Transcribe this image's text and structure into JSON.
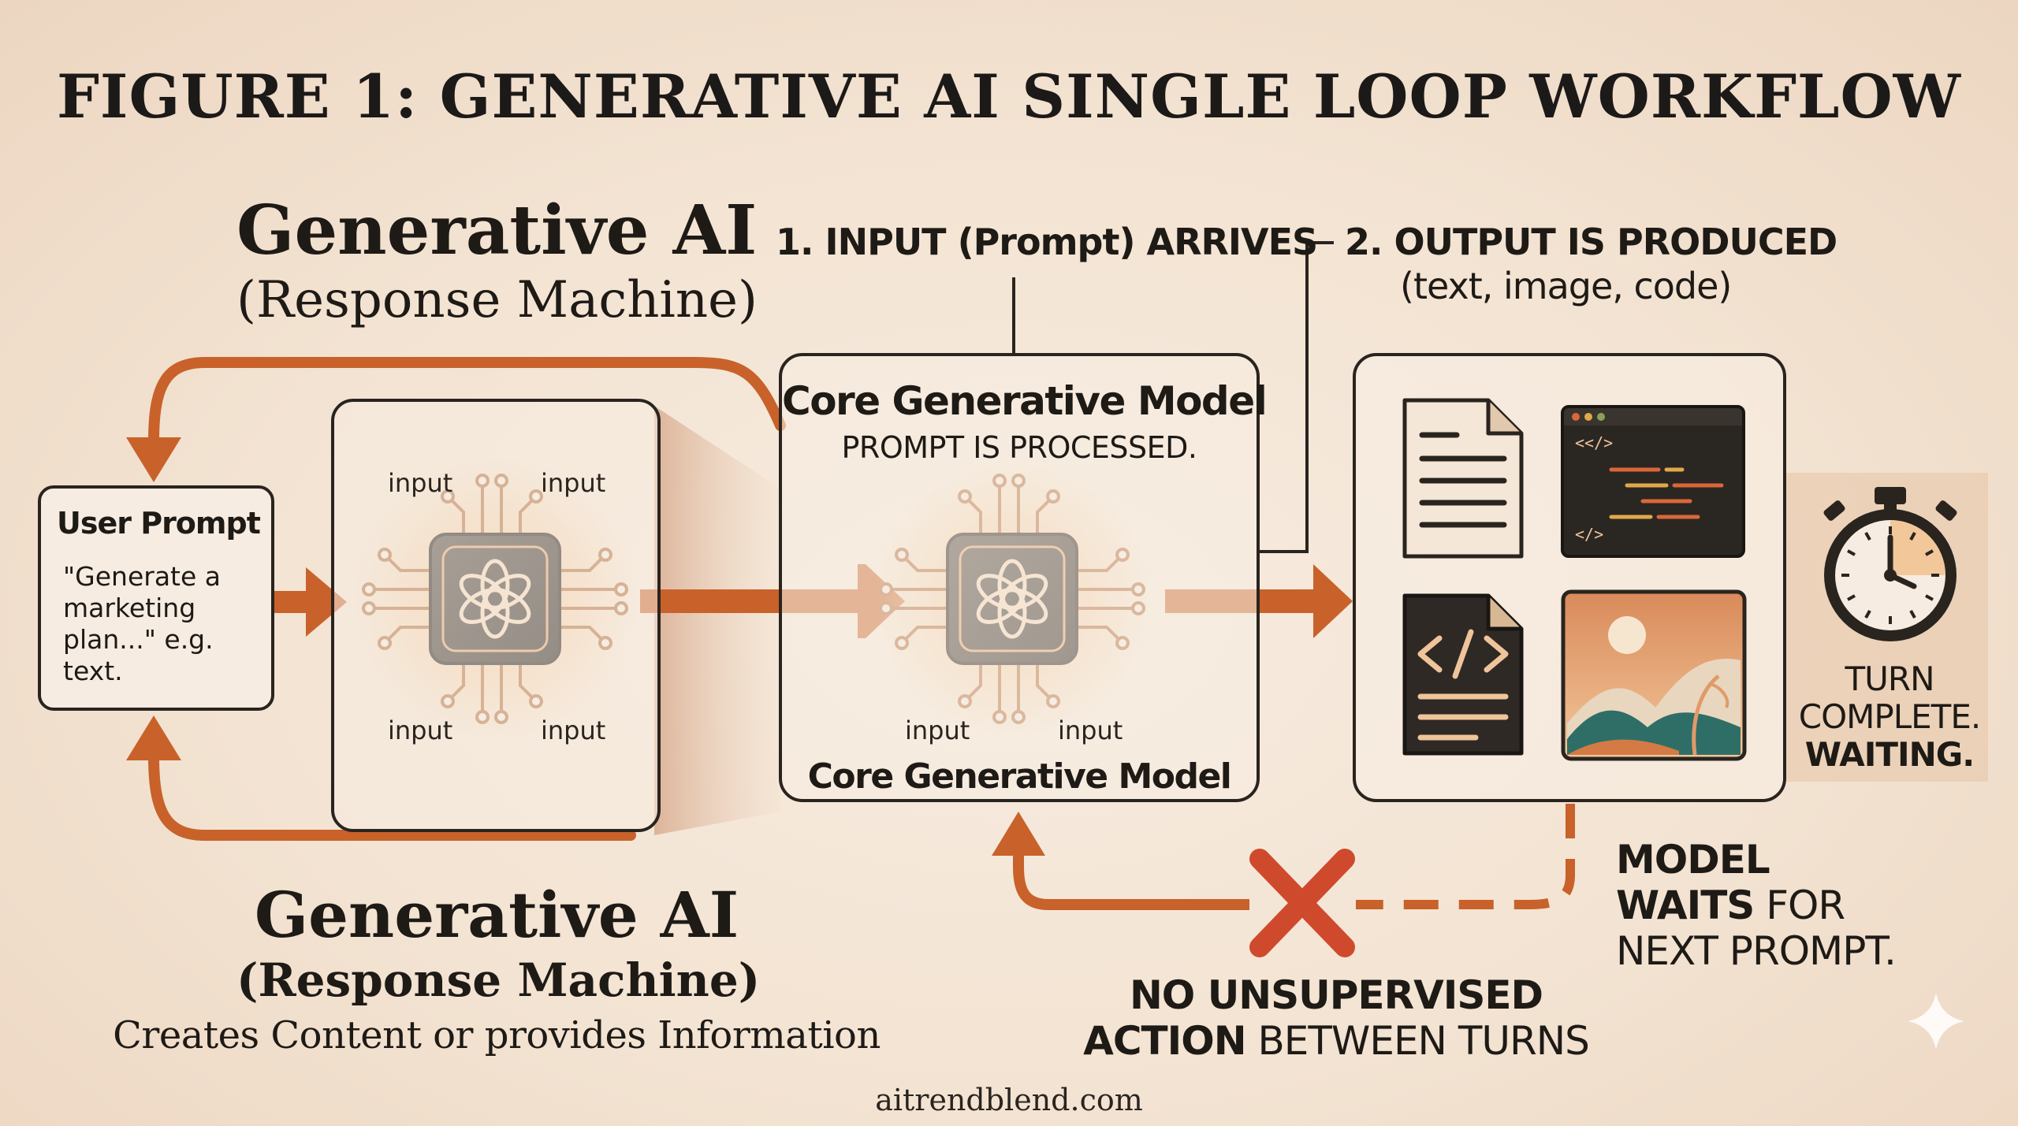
{
  "title": "FIGURE 1: GENERATIVE AI SINGLE LOOP WORKFLOW",
  "left_heading": {
    "title": "Generative AI",
    "subtitle": "(Response Machine)"
  },
  "bottom_heading": {
    "title": "Generative AI",
    "subtitle": "(Response Machine)",
    "caption": "Creates Content or provides Information"
  },
  "steps": {
    "input": "1. INPUT (Prompt) ARRIVES",
    "output_title": "2. OUTPUT IS PRODUCED",
    "output_detail": "(text, image, code)"
  },
  "user_prompt": {
    "title": "User Prompt",
    "text": "\"Generate a marketing plan...\" e.g. text."
  },
  "chip_box": {
    "labels": [
      "input",
      "input",
      "input",
      "input"
    ]
  },
  "core_model": {
    "title": "Core Generative Model",
    "status": "PROMPT IS PROCESSED.",
    "labels": [
      "input",
      "input"
    ],
    "footer": "Core Generative Model"
  },
  "output_icons": [
    "document-icon",
    "code-window-icon",
    "code-file-icon",
    "landscape-image-icon"
  ],
  "code_window_tag": "<</>",
  "code_window_close": "</>",
  "timer": {
    "line1": "TURN",
    "line2": "COMPLETE.",
    "line3": "WAITING."
  },
  "model_waits": {
    "line1": "MODEL",
    "line2_bold": "WAITS",
    "line2_rest": " FOR",
    "line3": "NEXT PROMPT."
  },
  "no_action": {
    "line1": "NO UNSUPERVISED",
    "line2_bold": "ACTION",
    "line2_rest": " BETWEEN TURNS"
  },
  "footer": "aitrendblend.com",
  "colors": {
    "accent": "#c8622a",
    "dark": "#2a241f",
    "cross": "#cf4a2c",
    "background": "#f3e3d2"
  }
}
